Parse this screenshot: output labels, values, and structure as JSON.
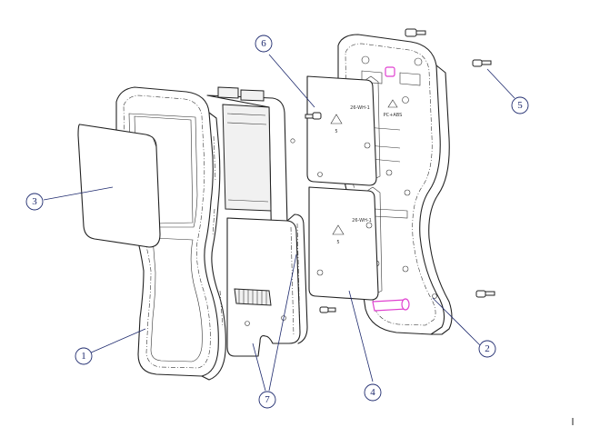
{
  "figure": {
    "callouts": [
      {
        "id": "callout-1",
        "label": "1",
        "part": "front-housing"
      },
      {
        "id": "callout-2",
        "label": "2",
        "part": "rear-housing"
      },
      {
        "id": "callout-3",
        "label": "3",
        "part": "display-window"
      },
      {
        "id": "callout-4",
        "label": "4",
        "part": "battery-cover-lower"
      },
      {
        "id": "callout-5",
        "label": "5",
        "part": "screws"
      },
      {
        "id": "callout-6",
        "label": "6",
        "part": "battery-cover-upper"
      },
      {
        "id": "callout-7",
        "label": "7",
        "part": "circuit-boards"
      }
    ],
    "icons": [
      "recycle-icon"
    ],
    "colors": {
      "line": "#222222",
      "callout": "#1e2a6e",
      "accent": "#e040d0"
    }
  }
}
